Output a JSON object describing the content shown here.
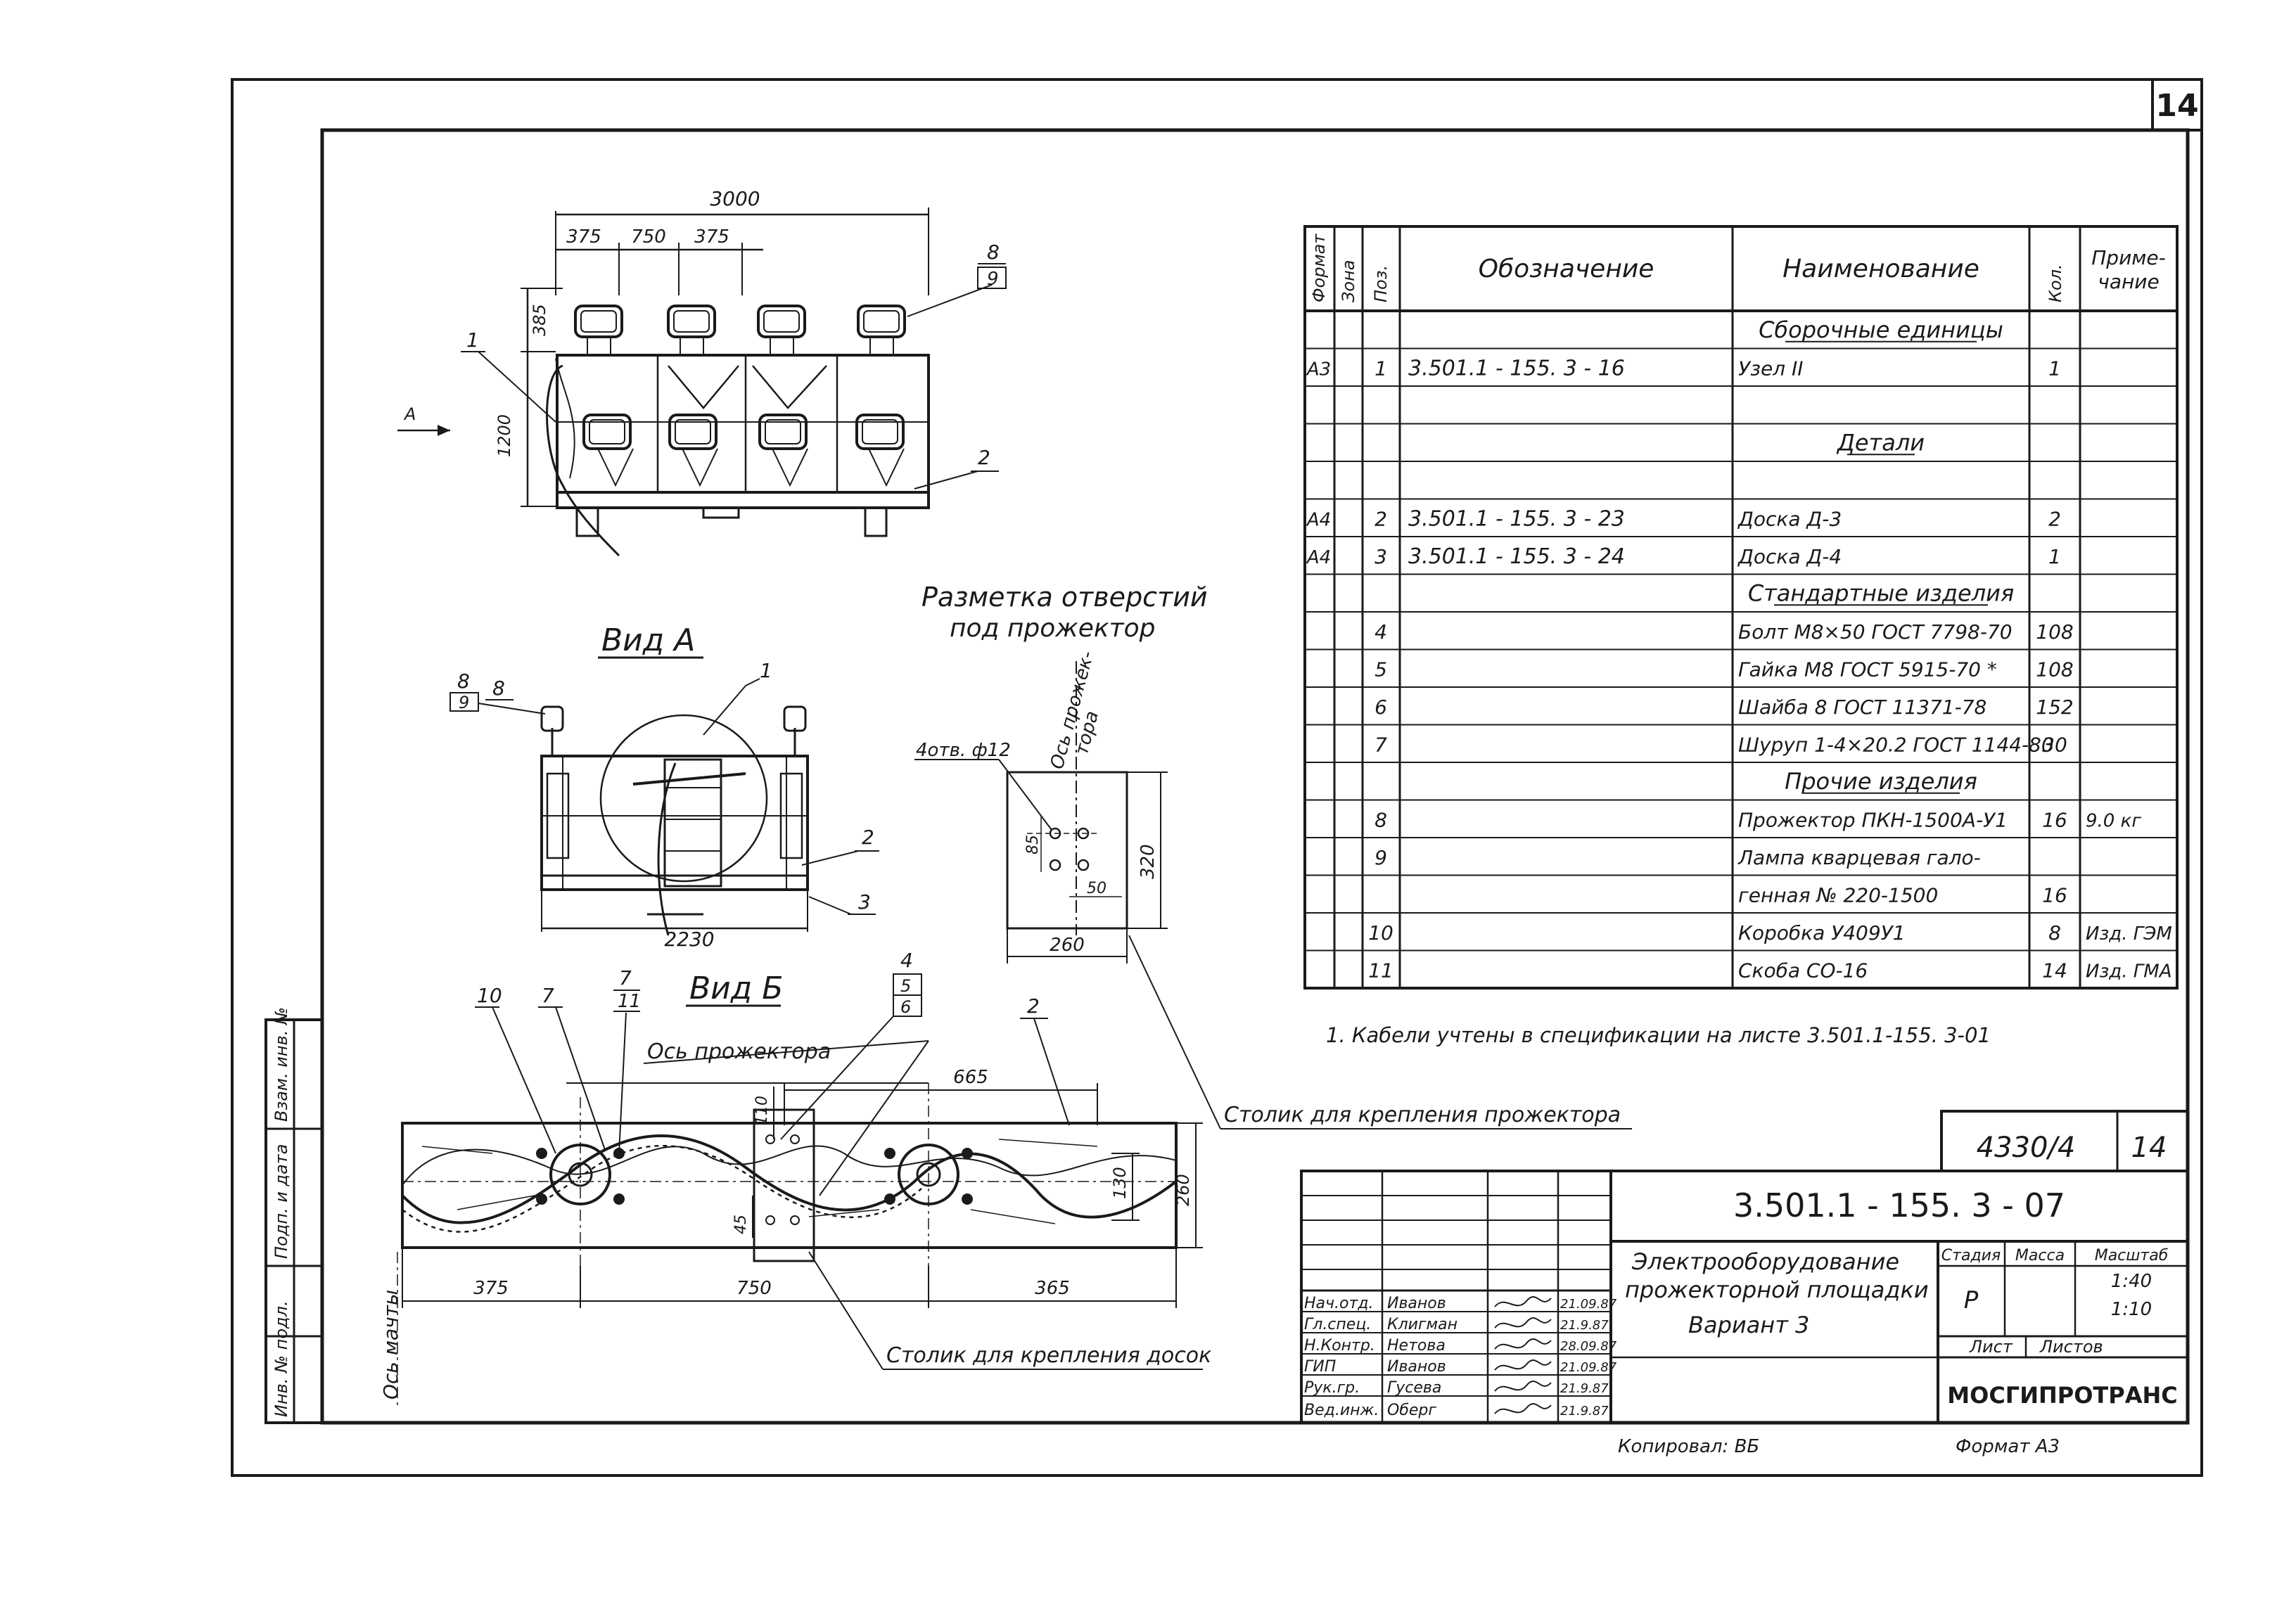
{
  "sheet_corner": "14",
  "sheet_number": "14",
  "side_stamp": [
    "Инв. № подл.",
    "Подп. и дата",
    "Взам. инв. №"
  ],
  "axis_label": "Ось мачты",
  "top_view": {
    "dims": {
      "total": "3000",
      "d1": "375",
      "d2": "750",
      "d3": "375",
      "h1": "385",
      "h2": "1200"
    },
    "callouts": {
      "c1": "1",
      "c2": "2",
      "c8": "8",
      "c9": "9"
    },
    "arrow": "A"
  },
  "view_a": {
    "title": "Вид А",
    "dim": "2230",
    "callouts": {
      "c1": "1",
      "c2": "2",
      "c3": "3",
      "c8": "8",
      "c9": "9"
    }
  },
  "markup": {
    "title1": "Разметка отверстий",
    "title2": "под прожектор",
    "holes": "4отв. ф12",
    "axis1": "Ось прожек-",
    "axis2": "тора",
    "dims": {
      "a": "85",
      "b": "50",
      "w": "260",
      "h": "320"
    }
  },
  "view_b": {
    "title": "Вид Б",
    "axis": "Ось прожектора",
    "dims": {
      "a": "665",
      "b": "110",
      "c": "45",
      "d": "130",
      "e": "260",
      "f": "375",
      "g": "750",
      "h": "365"
    },
    "callouts": {
      "c10": "10",
      "c7": "7",
      "c7b": "7",
      "c11": "11",
      "c4": "4",
      "c5": "5",
      "c6": "6",
      "c2": "2"
    }
  },
  "label_table_mount": "Столик для крепления прожектора",
  "label_board_mount": "Столик для крепления досок",
  "spec": {
    "headers": {
      "format": "Формат",
      "zone": "Зона",
      "pos": "Поз.",
      "designation": "Обозначение",
      "name": "Наименование",
      "qty": "Кол.",
      "note": "Приме- чание"
    },
    "rows": [
      {
        "f": "",
        "p": "",
        "d": "",
        "n": "Сборочные единицы",
        "q": "",
        "note": "",
        "head": true
      },
      {
        "f": "А3",
        "p": "1",
        "d": "3.501.1 - 155. 3 - 16",
        "n": "Узел II",
        "q": "1",
        "note": ""
      },
      {
        "f": "",
        "p": "",
        "d": "",
        "n": "",
        "q": "",
        "note": ""
      },
      {
        "f": "",
        "p": "",
        "d": "",
        "n": "Детали",
        "q": "",
        "note": "",
        "head": true
      },
      {
        "f": "",
        "p": "",
        "d": "",
        "n": "",
        "q": "",
        "note": ""
      },
      {
        "f": "А4",
        "p": "2",
        "d": "3.501.1 - 155. 3 - 23",
        "n": "Доска Д-3",
        "q": "2",
        "note": ""
      },
      {
        "f": "А4",
        "p": "3",
        "d": "3.501.1 - 155. 3 - 24",
        "n": "Доска Д-4",
        "q": "1",
        "note": ""
      },
      {
        "f": "",
        "p": "",
        "d": "",
        "n": "Стандартные изделия",
        "q": "",
        "note": "",
        "head": true
      },
      {
        "f": "",
        "p": "4",
        "d": "",
        "n": "Болт М8×50 ГОСТ 7798-70",
        "q": "108",
        "note": ""
      },
      {
        "f": "",
        "p": "5",
        "d": "",
        "n": "Гайка М8 ГОСТ 5915-70 *",
        "q": "108",
        "note": ""
      },
      {
        "f": "",
        "p": "6",
        "d": "",
        "n": "Шайба 8 ГОСТ 11371-78",
        "q": "152",
        "note": ""
      },
      {
        "f": "",
        "p": "7",
        "d": "",
        "n": "Шуруп 1-4×20.2 ГОСТ 1144-80",
        "q": "30",
        "note": ""
      },
      {
        "f": "",
        "p": "",
        "d": "",
        "n": "Прочие изделия",
        "q": "",
        "note": "",
        "head": true
      },
      {
        "f": "",
        "p": "8",
        "d": "",
        "n": "Прожектор ПКН-1500А-У1",
        "q": "16",
        "note": "9.0 кг"
      },
      {
        "f": "",
        "p": "9",
        "d": "",
        "n": "Лампа кварцевая гало-",
        "q": "",
        "note": ""
      },
      {
        "f": "",
        "p": "",
        "d": "",
        "n": "генная № 220-1500",
        "q": "16",
        "note": ""
      },
      {
        "f": "",
        "p": "10",
        "d": "",
        "n": "Коробка У409У1",
        "q": "8",
        "note": "Изд. ГЭМ"
      },
      {
        "f": "",
        "p": "11",
        "d": "",
        "n": "Скоба СО-16",
        "q": "14",
        "note": "Изд. ГМА"
      }
    ]
  },
  "footnote": "1. Кабели учтены в спецификации на листе 3.501.1-155. 3-01",
  "stamp": {
    "inventory": "4330/4",
    "code": "3.501.1 - 155. 3 - 07",
    "title": [
      "Электрооборудование",
      "прожекторной площадки",
      "Вариант 3"
    ],
    "stage_h": "Стадия",
    "mass_h": "Масса",
    "scale_h": "Масштаб",
    "stage": "Р",
    "scale1": "1:40",
    "scale2": "1:10",
    "sheet_h": "Лист",
    "sheets_h": "Листов",
    "org": "МОСГИПРОТРАНС",
    "people": [
      {
        "role": "Нач.отд.",
        "name": "Иванов",
        "date": "21.09.87"
      },
      {
        "role": "Гл.спец.",
        "name": "Клигман",
        "date": "21.9.87"
      },
      {
        "role": "Н.Контр.",
        "name": "Нетова",
        "date": "28.09.87"
      },
      {
        "role": "ГИП",
        "name": "Иванов",
        "date": "21.09.87"
      },
      {
        "role": "Рук.гр.",
        "name": "Гусева",
        "date": "21.9.87"
      },
      {
        "role": "Вед.инж.",
        "name": "Оберг",
        "date": "21.9.87"
      }
    ]
  },
  "copied": "Копировал: ВБ",
  "format": "Формат А3"
}
